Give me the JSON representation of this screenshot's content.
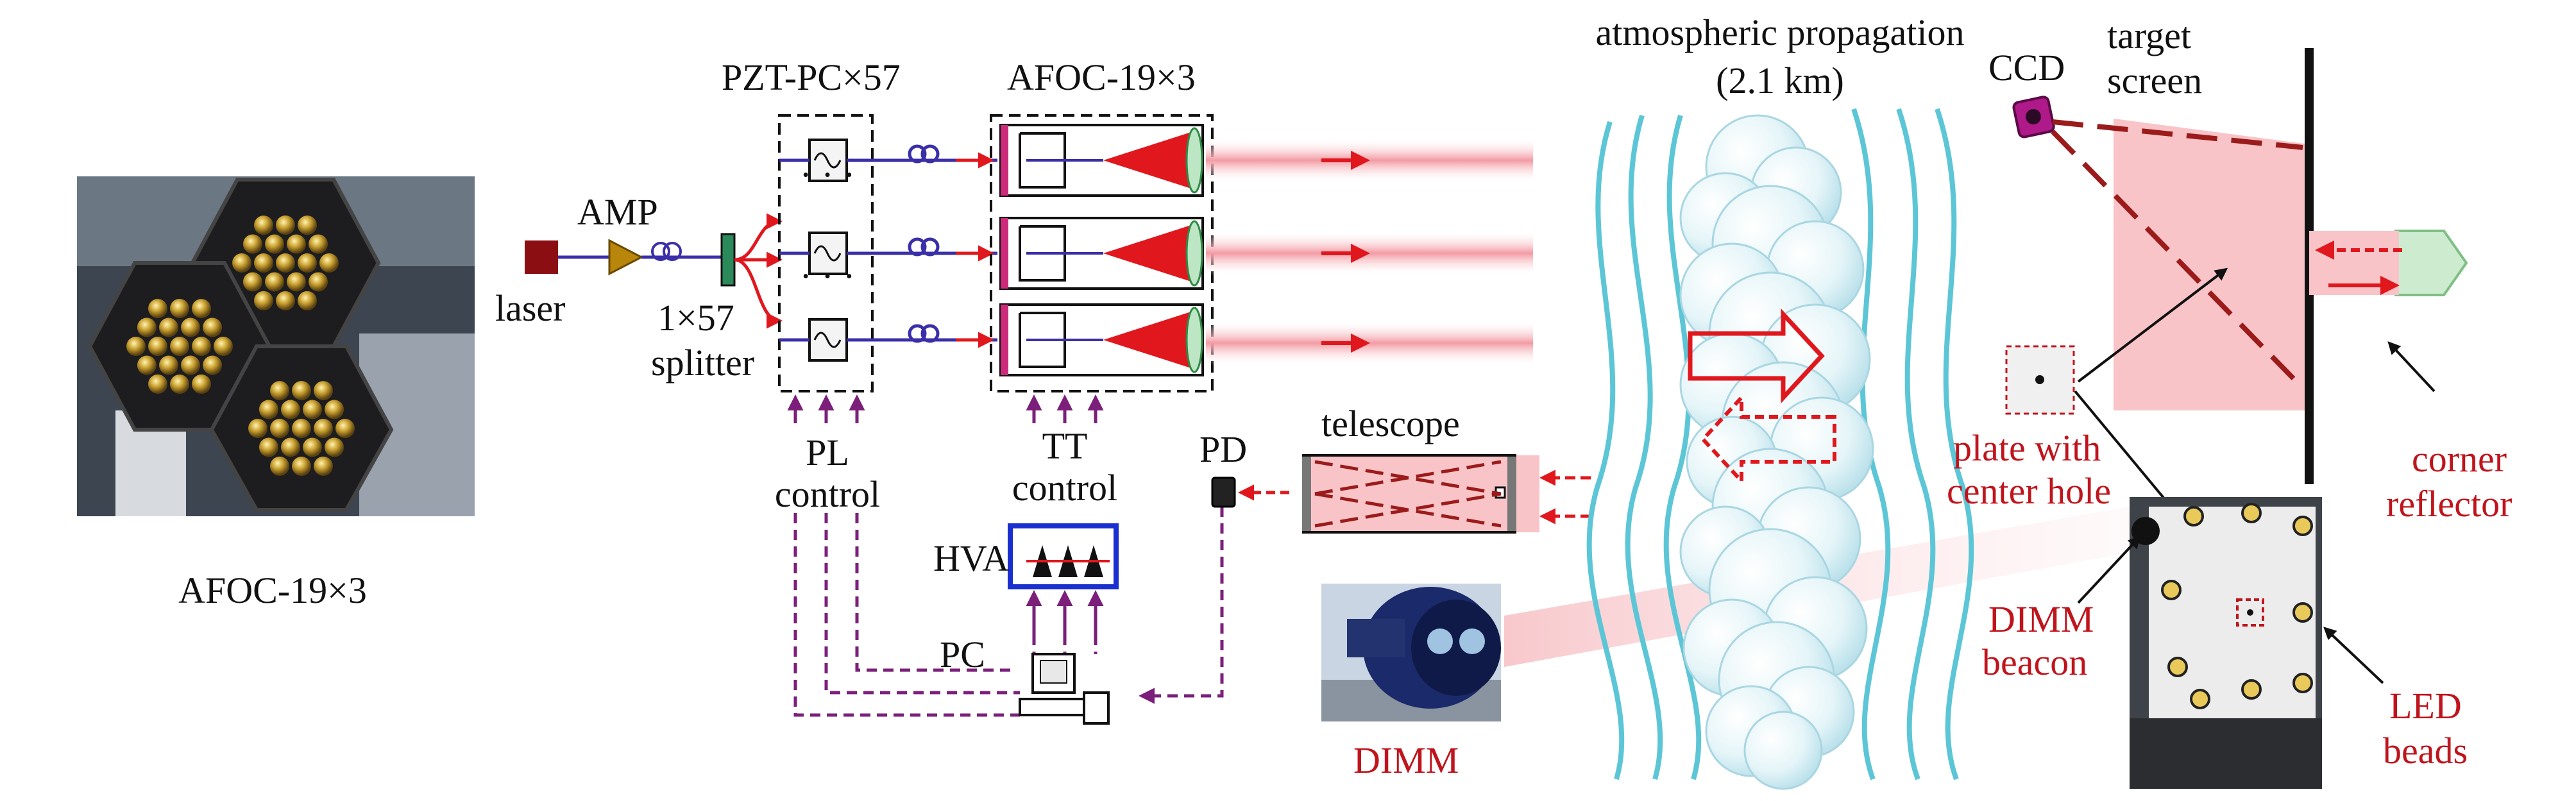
{
  "labels": {
    "afoc_photo_caption": "AFOC-19×3",
    "laser": "laser",
    "amp": "AMP",
    "splitter_line1": "1×57",
    "splitter_line2": "splitter",
    "pzt_pc": "PZT-PC×57",
    "afoc_array": "AFOC-19×3",
    "pl_line1": "PL",
    "pl_line2": "control",
    "tt_line1": "TT",
    "tt_line2": "control",
    "hva": "HVA",
    "pc": "PC",
    "pd": "PD",
    "telescope": "telescope",
    "dimm": "DIMM",
    "atmo_line1": "atmospheric propagation",
    "atmo_line2": "(2.1 km)",
    "ccd": "CCD",
    "target_line1": "target",
    "target_line2": "screen",
    "plate_line1": "plate with",
    "plate_line2": "center hole",
    "corner_line1": "corner",
    "corner_line2": "reflector",
    "dimm_beacon_line1": "DIMM",
    "dimm_beacon_line2": "beacon",
    "led_line1": "LED",
    "led_line2": "beads",
    "dots": "· · ·"
  },
  "colors": {
    "fiber": "#3a2fa8",
    "signal_red": "#e0181e",
    "control_purple": "#7b1f7a",
    "beam_pink": "#f7b3b9",
    "label_red": "#c0141c",
    "laser_box": "#8b0f12",
    "amp_gold": "#b8860b",
    "hva_blue": "#1a2fd0",
    "water_cyan": "#5cc6d6",
    "dark_red_dash": "#9b1b1b"
  },
  "icons": {
    "photo": "afoc-photo-icon",
    "laser": "laser-box-icon",
    "amp": "amplifier-triangle-icon",
    "coil": "fiber-coil-icon",
    "pzt": "phase-controller-icon",
    "collimator": "fiber-collimator-icon",
    "computer": "computer-icon",
    "camera": "ccd-camera-icon",
    "reflector": "corner-reflector-icon",
    "cloud": "turbulence-cloud-icon"
  }
}
